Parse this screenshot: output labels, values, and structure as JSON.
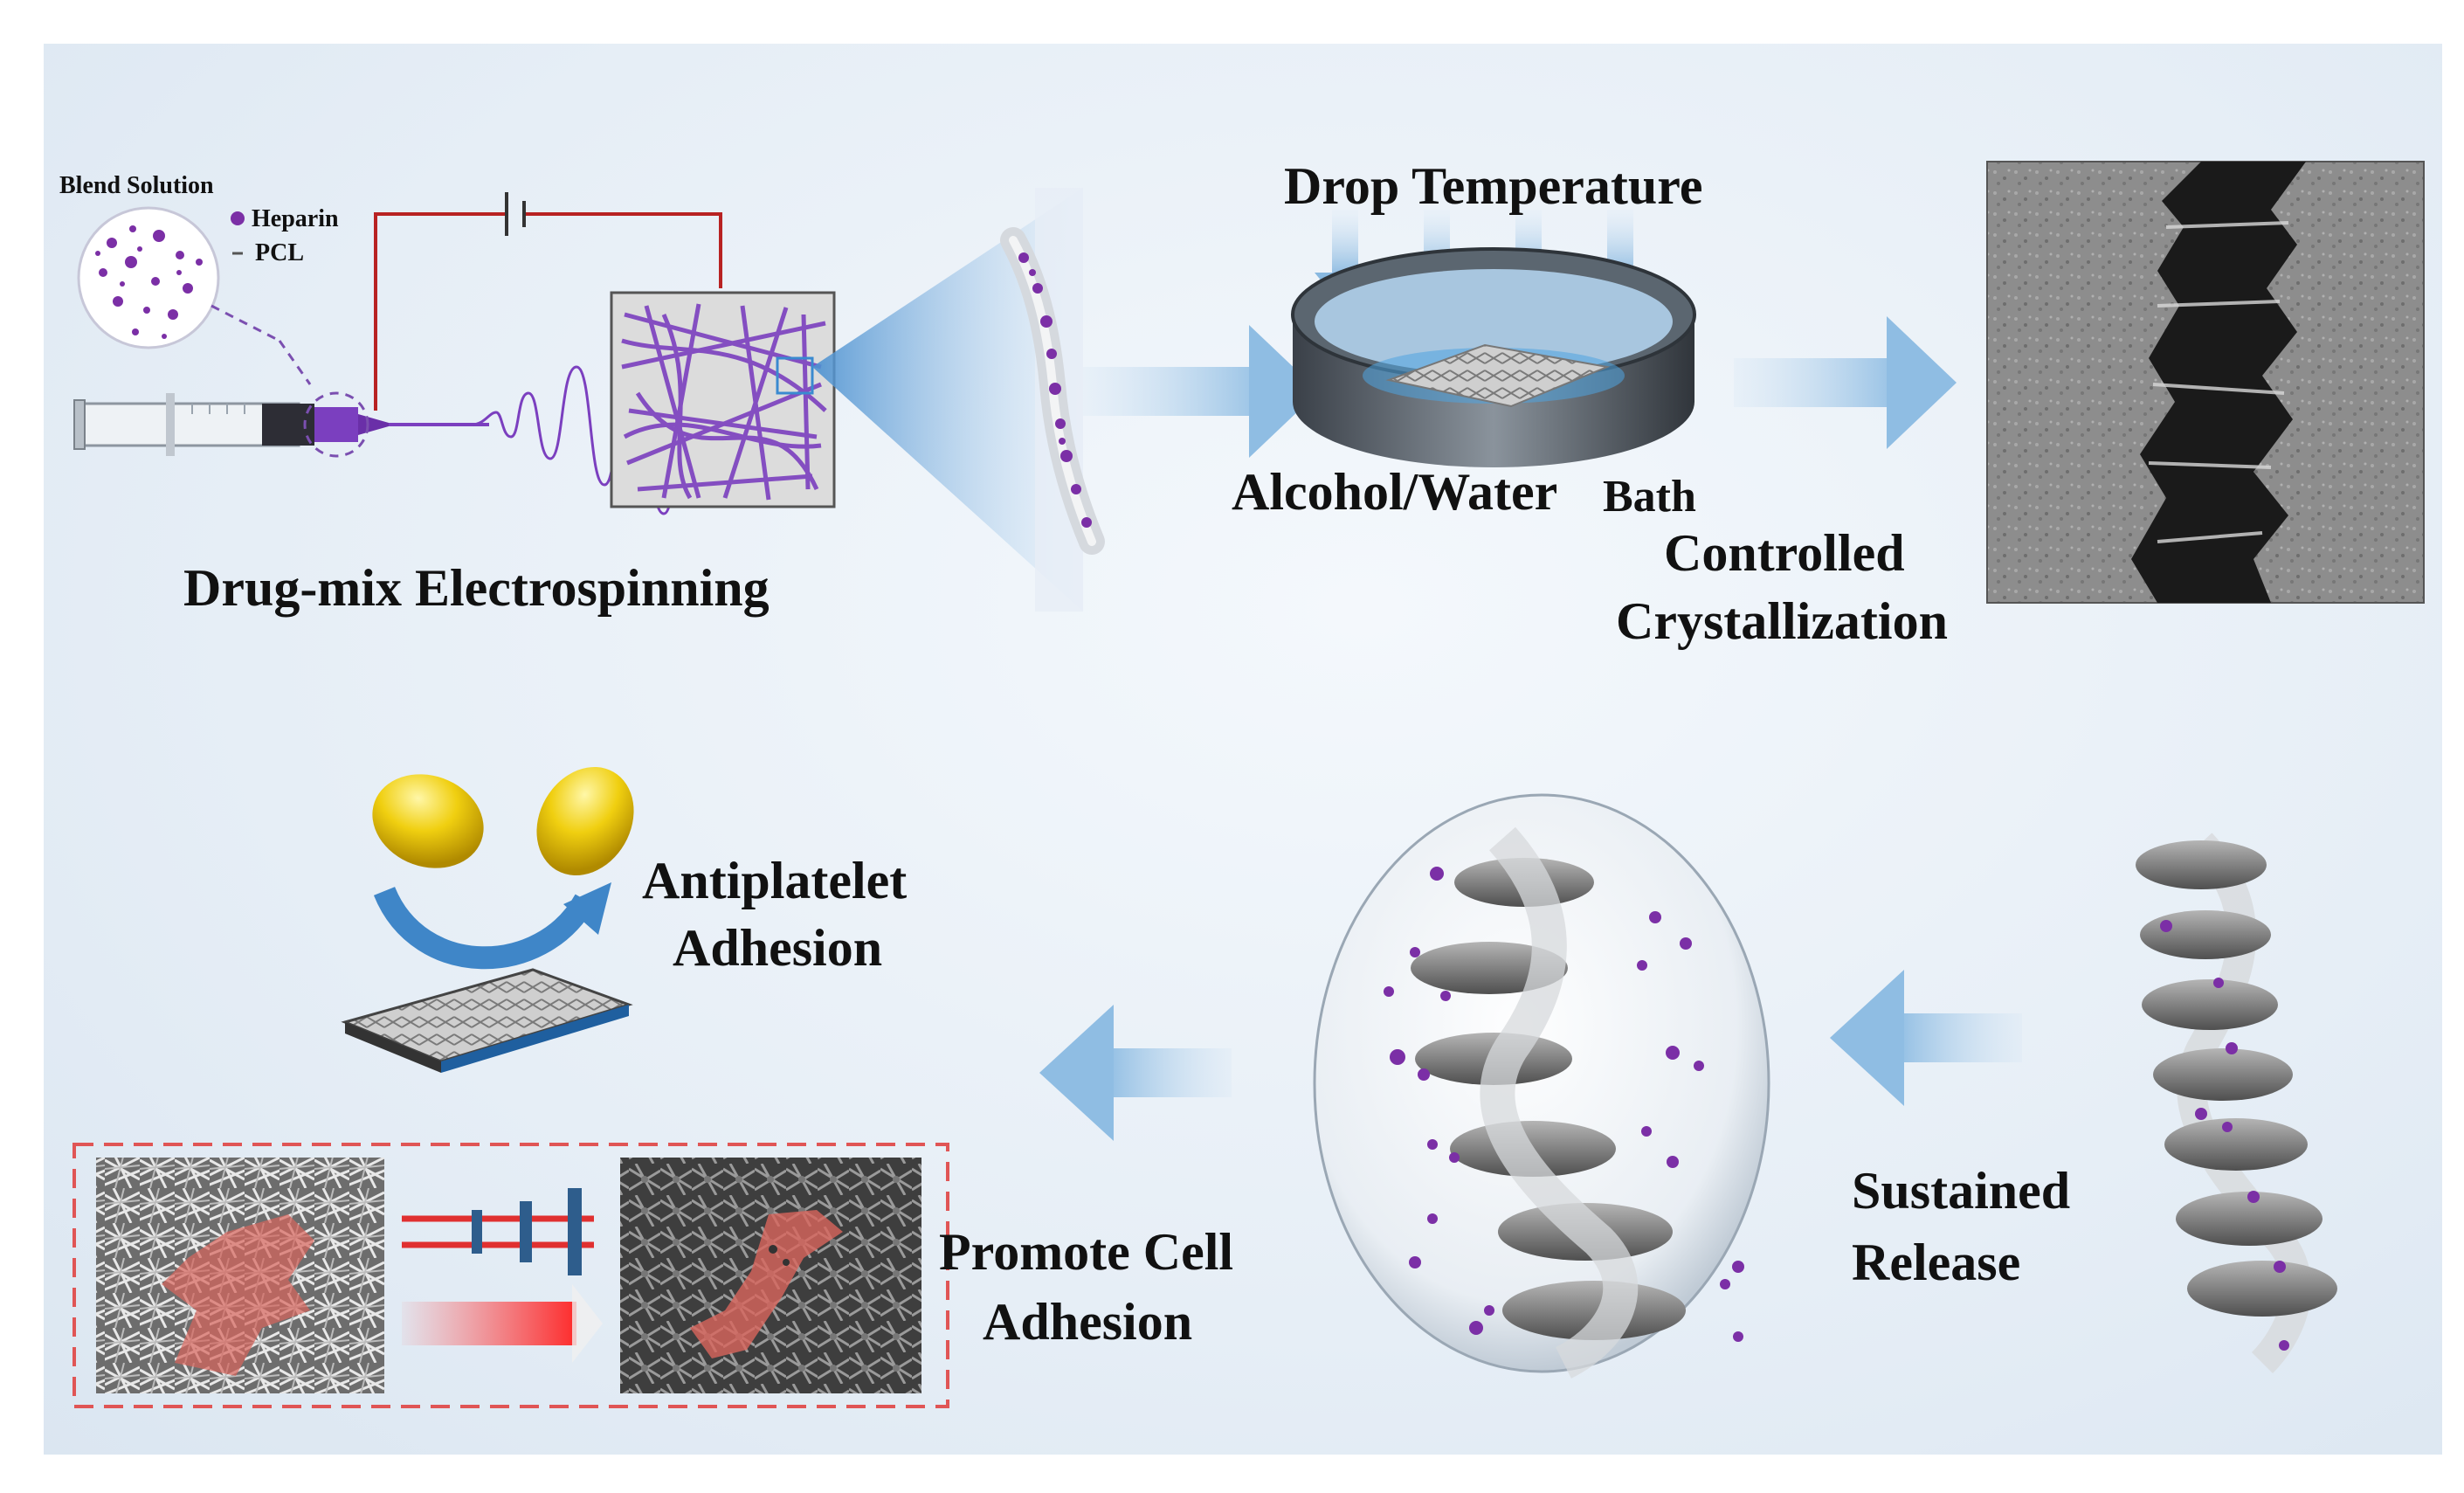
{
  "labels": {
    "blend_solution": "Blend Solution",
    "heparin": "Heparin",
    "pcl": "PCL",
    "drug_mix": "Drug-mix Electrospinning",
    "drop_temperature": "Drop Temperature",
    "alcohol_water": "Alcohol/Water",
    "bath": "Bath",
    "controlled": "Controlled",
    "crystallization": "Crystallization",
    "antiplatelet": "Antiplatelet",
    "adhesion_1": "Adhesion",
    "sustained": "Sustained",
    "release": "Release",
    "promote_cell": "Promote Cell",
    "adhesion_2": "Adhesion"
  },
  "colors": {
    "heparin_dot": "#7b2fa6",
    "fiber": "#7b3fbf",
    "arrow": "#a9cbe8",
    "wire": "#b22",
    "cell_overlay": "#d9655c",
    "platelet": "#e8c400",
    "disc": "#7c7c7c",
    "dashed_border": "#e05555"
  }
}
